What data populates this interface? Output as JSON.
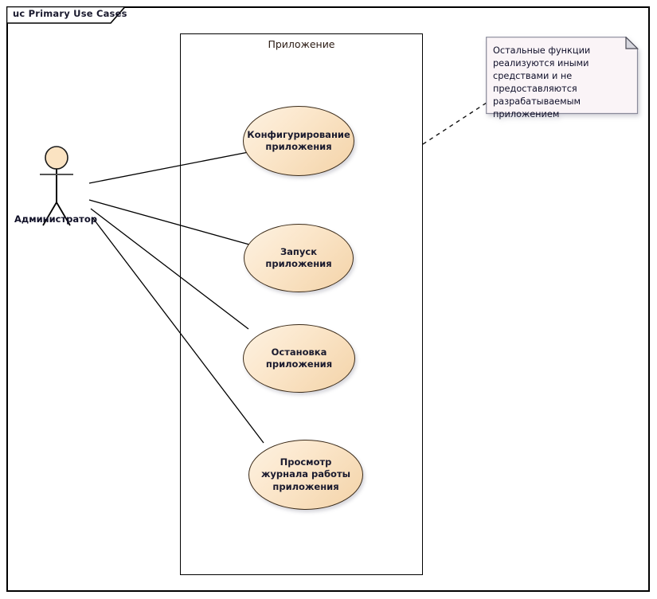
{
  "frame": {
    "label": "uc Primary Use Cases"
  },
  "system_boundary": {
    "label": "Приложение"
  },
  "actor": {
    "name": "Администратор",
    "icon": "actor-stick-figure-icon"
  },
  "use_cases": [
    {
      "id": "configure",
      "label": "Конфигурирование приложения"
    },
    {
      "id": "start",
      "label": "Запуск приложения"
    },
    {
      "id": "stop",
      "label": "Остановка приложения"
    },
    {
      "id": "view-log",
      "label": "Просмотр журнала работы приложения"
    }
  ],
  "note": {
    "text": "Остальные функции реализуются иными средствами и не предоставляются разрабатываемым приложением"
  },
  "colors": {
    "usecase_fill_light": "#fdf2e2",
    "usecase_fill_dark": "#f3d3a8",
    "usecase_stroke": "#3a2a18",
    "note_fill": "#faf4f7",
    "note_stroke": "#8a8a9a",
    "frame_stroke": "#000000",
    "text": "#1a1a2e"
  }
}
